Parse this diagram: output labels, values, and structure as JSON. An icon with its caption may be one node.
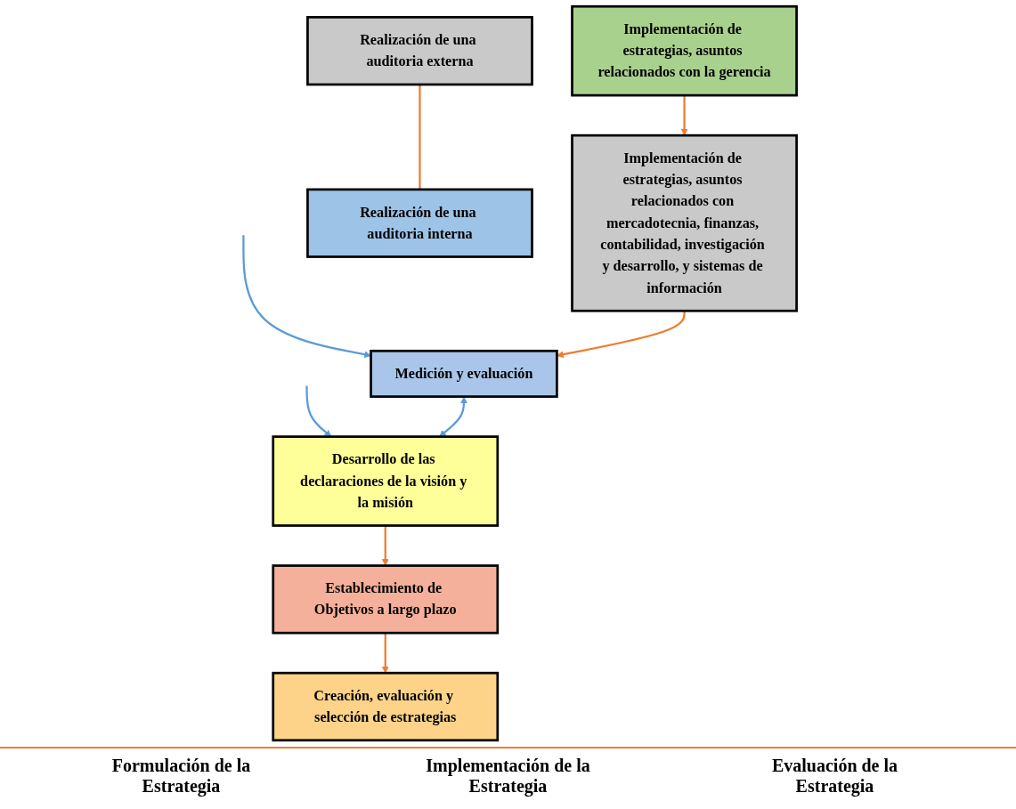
{
  "diagram": {
    "nodes": [
      {
        "text": [
          "Realización de una auditoria externa"
        ]
      },
      {
        "text": [
          "Creación, evaluación y selección de estrategias"
        ]
      },
      {
        "text": [
          "Implementación de estrategias, asuntos relacionados con la gerencia"
        ]
      },
      {
        "text": [
          "Desarrollo de las declaraciones de la visión y la misión"
        ]
      },
      {
        "text": [
          "Establecimiento de Objetivos a largo plazo"
        ]
      },
      {
        "text": [
          "Medición y evaluación"
        ]
      },
      {
        "text": [
          "Implementación de estrategias, asuntos relacionados con mercadotecnia, finanzas, contabilidad, investigación y desarrollo, y sistemas de información"
        ]
      },
      {
        "text": [
          "Realización de una auditoria interna"
        ]
      }
    ],
    "edges": [
      {
        "from": null,
        "to": 3,
        "arrow": "to",
        "color": "#5b9bd5"
      },
      {
        "from": null,
        "to": 5,
        "arrow": "to",
        "color": "#5b9bd5"
      },
      {
        "from": 0,
        "to": 7,
        "arrow": "none"
      },
      {
        "from": 3,
        "to": 4,
        "arrow": "to"
      },
      {
        "from": 4,
        "to": 1,
        "arrow": "to"
      },
      {
        "from": 2,
        "to": 6,
        "arrow": "to"
      },
      {
        "from": 6,
        "to": 5,
        "arrow": "to"
      },
      {
        "from": 5,
        "to": 3,
        "arrow": "both",
        "color": "#5b9bd5"
      }
    ],
    "labels": [
      "Formulación de la Estrategia",
      "Implementación de la Estrategia",
      "Evaluación de la Estrategia"
    ]
  }
}
